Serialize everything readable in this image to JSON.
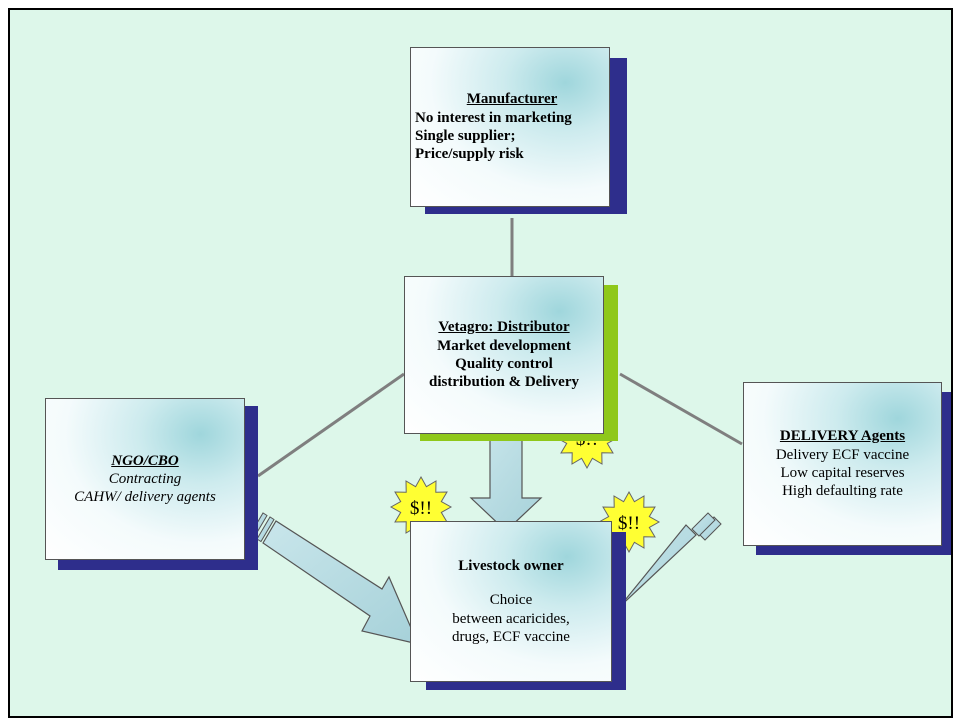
{
  "colors": {
    "background": "#ddf7ea",
    "box_shadow": "#2e2e8c",
    "distributor_shadow": "#8fc81a",
    "connector": "#7f7f7f",
    "arrow_fill": "#b4d9e0",
    "badge_fill": "#ffff33"
  },
  "nodes": {
    "manufacturer": {
      "title": "Manufacturer",
      "lines": [
        "No interest in marketing",
        "Single supplier;",
        "Price/supply risk"
      ]
    },
    "distributor": {
      "title": "Vetagro: Distributor",
      "lines": [
        "Market development",
        "Quality control",
        "distribution & Delivery"
      ]
    },
    "ngo": {
      "title": "NGO/CBO",
      "lines": [
        "Contracting",
        "CAHW/ delivery agents"
      ]
    },
    "delivery_agents": {
      "title": "DELIVERY Agents",
      "lines": [
        "Delivery ECF vaccine",
        "Low capital reserves",
        "High defaulting rate"
      ]
    },
    "livestock_owner": {
      "title": "Livestock  owner",
      "lines": [
        "Choice",
        "between acaricides,",
        "drugs, ECF vaccine"
      ]
    }
  },
  "badges": [
    "$!!",
    "$!!",
    "$!!"
  ]
}
